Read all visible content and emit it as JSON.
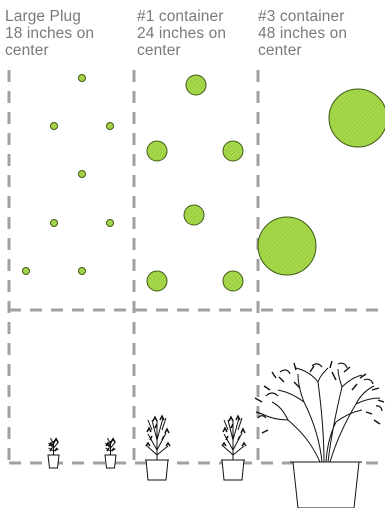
{
  "columns": [
    {
      "title": "Large Plug",
      "spacing": "18 inches on",
      "tail": "center"
    },
    {
      "title": "#1 container",
      "spacing": "24 inches on",
      "tail": "center"
    },
    {
      "title": "#3 container",
      "spacing": "48 inches on",
      "tail": "center"
    }
  ],
  "colors": {
    "plant_fill": "#a6d84a",
    "plant_stroke": "#3f5a18",
    "dash": "#a0a0a0",
    "title_text": "#7a7a7a",
    "line_art": "#111111"
  },
  "icons": {
    "plan_dot": "plant-canopy-circle-icon",
    "elevation_small": "plug-seedling-icon",
    "elevation_medium": "potted-shrub-icon",
    "elevation_large": "potted-tree-icon"
  }
}
